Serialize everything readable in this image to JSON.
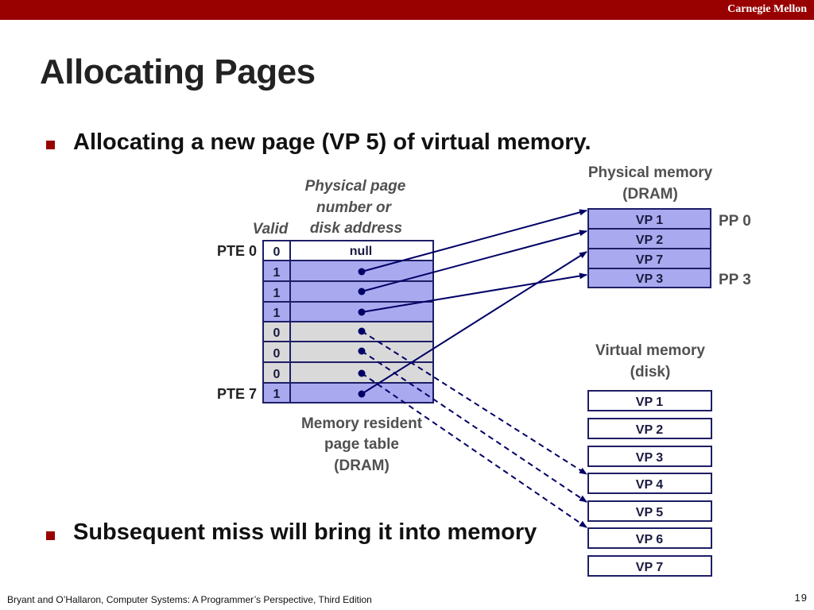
{
  "header": {
    "brand": "Carnegie Mellon"
  },
  "slide": {
    "title": "Allocating Pages",
    "bullet1": "Allocating a new page (VP 5) of virtual memory.",
    "bullet2": "Subsequent miss will bring it into memory",
    "footer": "Bryant and O’Hallaron, Computer Systems: A Programmer’s Perspective, Third Edition",
    "page_number": "19"
  },
  "diagram": {
    "physical_memory": {
      "title_line1": "Physical memory",
      "title_line2": "(DRAM)",
      "pages": [
        "VP 1",
        "VP 2",
        "VP 7",
        "VP 3"
      ],
      "pp0_label": "PP 0",
      "pp3_label": "PP 3"
    },
    "page_table": {
      "ppn_header_line1": "Physical page",
      "ppn_header_line2": "number or",
      "ppn_header_line3": "disk address",
      "valid_header": "Valid",
      "pte0_label": "PTE 0",
      "pte7_label": "PTE 7",
      "valid_bits": [
        "0",
        "1",
        "1",
        "1",
        "0",
        "0",
        "0",
        "1"
      ],
      "first_entry": "null",
      "caption_line1": "Memory resident",
      "caption_line2": "page table",
      "caption_line3": "(DRAM)"
    },
    "virtual_memory": {
      "title_line1": "Virtual memory",
      "title_line2": "(disk)",
      "pages": [
        "VP 1",
        "VP 2",
        "VP 3",
        "VP 4",
        "VP 5",
        "VP 6",
        "VP 7"
      ]
    },
    "colors": {
      "resident_fill": "#a9a9ef",
      "nonresident_fill": "#d9d9d9",
      "border": "#1e1e66",
      "arrow": "#000066",
      "accent": "#990000"
    }
  }
}
